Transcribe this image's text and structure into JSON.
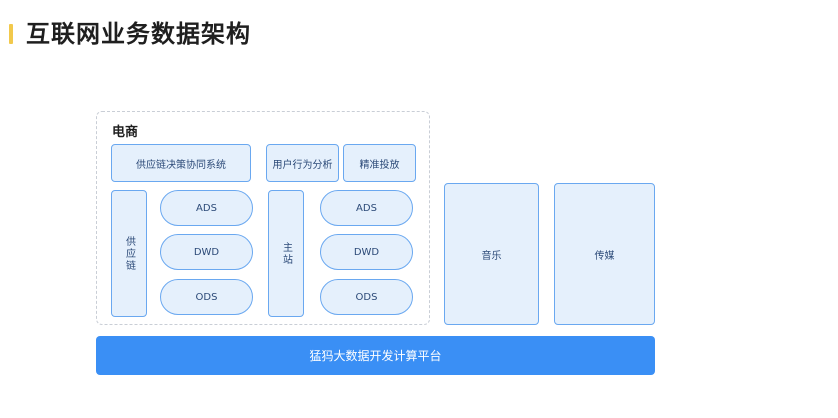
{
  "page": {
    "title": "互联网业务数据架构"
  },
  "ecommerce": {
    "label": "电商",
    "supply_chain_system": "供应链决策协同系统",
    "user_behavior": "用户行为分析",
    "precision_ads": "精准投放",
    "supply_chain": {
      "label": "供应链",
      "layers": [
        "ADS",
        "DWD",
        "ODS"
      ]
    },
    "main_site": {
      "label": "主站",
      "layers": [
        "ADS",
        "DWD",
        "ODS"
      ]
    }
  },
  "music": {
    "label": "音乐"
  },
  "media": {
    "label": "传媒"
  },
  "platform": {
    "label": "猛犸大数据开发计算平台"
  },
  "colors": {
    "accent": "#f2c94c",
    "box_fill": "#e5f0fc",
    "box_border": "#6aa8f0",
    "platform": "#3a8ff5"
  }
}
